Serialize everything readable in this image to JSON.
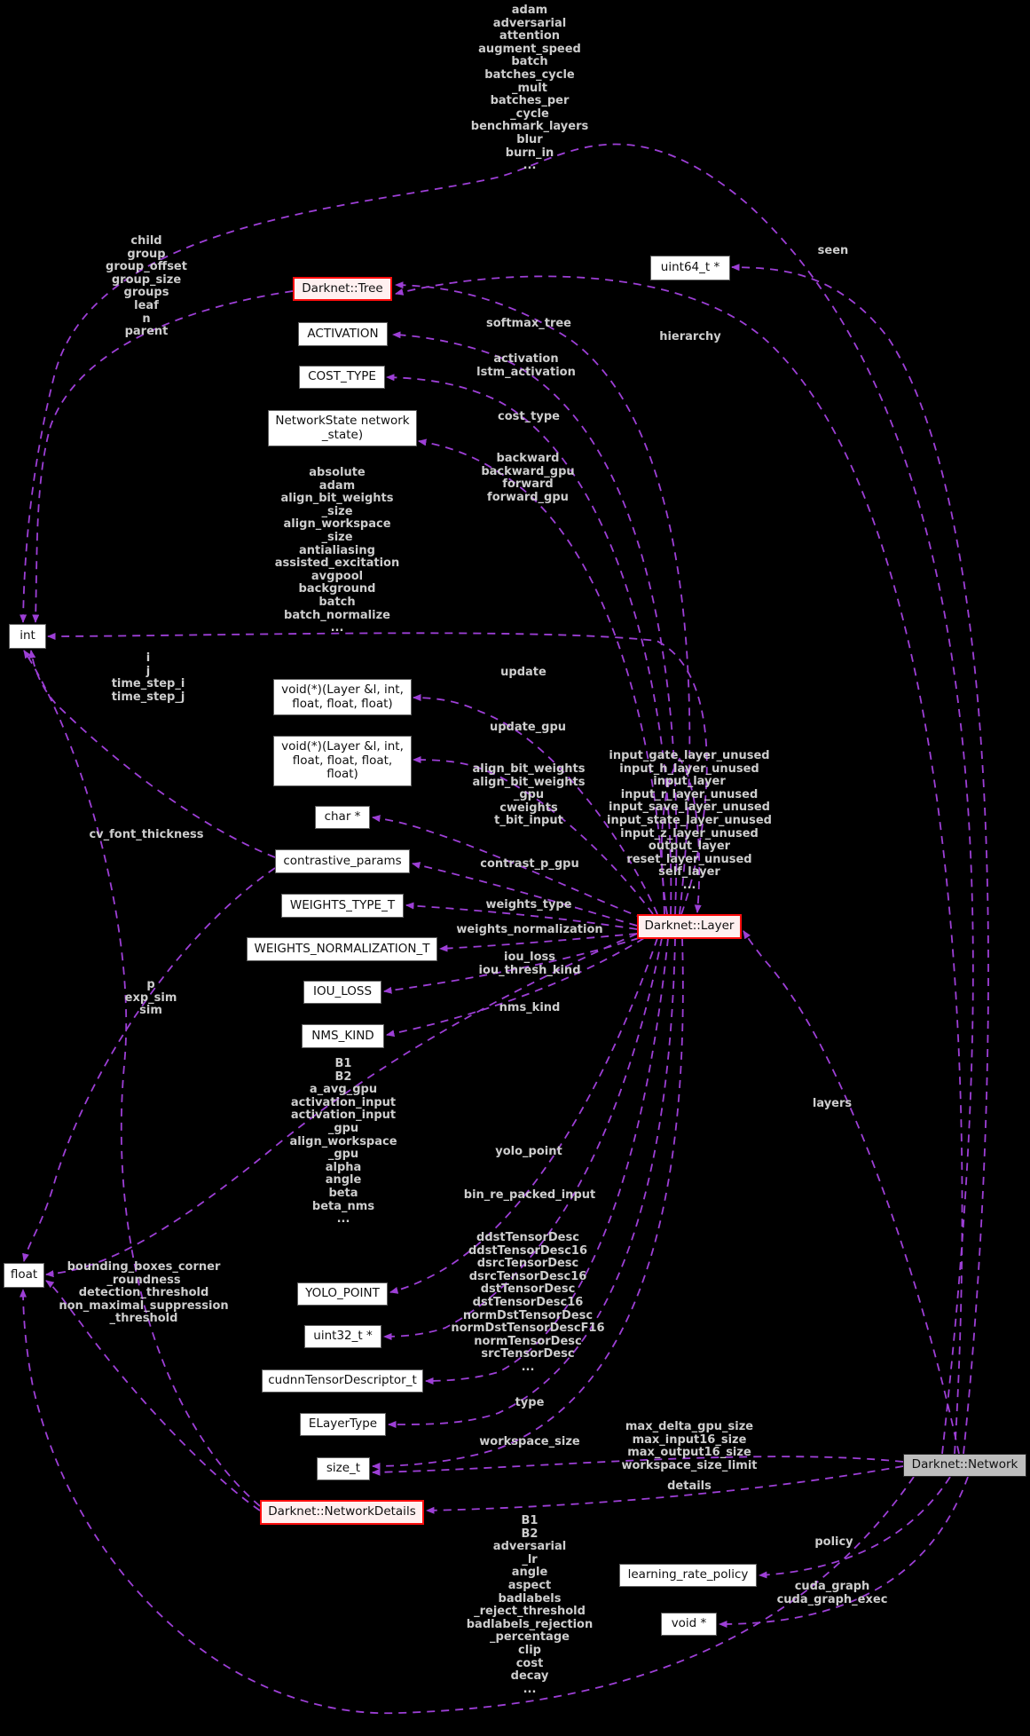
{
  "nodes": {
    "int": "int",
    "float": "float",
    "uint64_ptr": "uint64_t *",
    "tree": "Darknet::Tree",
    "activation_enum": "ACTIVATION",
    "cost_type_enum": "COST_TYPE",
    "network_state_fn": "NetworkState network\n_state)",
    "update_fn": "void(*)(Layer &l, int,\nfloat, float, float)",
    "update_gpu_fn": "void(*)(Layer &l, int,\nfloat, float, float,\nfloat)",
    "char_ptr": "char *",
    "contrastive_params": "contrastive_params",
    "weights_type_t": "WEIGHTS_TYPE_T",
    "weights_normalization_t": "WEIGHTS_NORMALIZATION_T",
    "iou_loss_enum": "IOU_LOSS",
    "nms_kind_enum": "NMS_KIND",
    "layer": "Darknet::Layer",
    "yolo_point_enum": "YOLO_POINT",
    "uint32_ptr": "uint32_t *",
    "cudnn_desc": "cudnnTensorDescriptor_t",
    "elayertype": "ELayerType",
    "size_t": "size_t",
    "network_details": "Darknet::NetworkDetails",
    "network": "Darknet::Network",
    "learning_rate_policy": "learning_rate_policy",
    "void_ptr": "void *"
  },
  "edge_labels": {
    "network_to_int": "adam\nadversarial\nattention\naugment_speed\nbatch\nbatches_cycle\n_mult\nbatches_per\n_cycle\nbenchmark_layers\nblur\nburn_in\n...",
    "seen": "seen",
    "hierarchy": "hierarchy",
    "tree_to_int": "child\ngroup\ngroup_offset\ngroup_size\ngroups\nleaf\nn\nparent",
    "softmax_tree": "softmax_tree",
    "activation": "activation\nlstm_activation",
    "cost_type": "cost_type",
    "forward_backward": "backward\nbackward_gpu\nforward\nforward_gpu",
    "layer_to_int": "absolute\nadam\nalign_bit_weights\n_size\nalign_workspace\n_size\nantialiasing\nassisted_excitation\navgpool\nbackground\nbatch\nbatch_normalize\n...",
    "cp_to_int": "i\nj\ntime_step_i\ntime_step_j",
    "update": "update",
    "update_gpu": "update_gpu",
    "char_fields": "align_bit_weights\nalign_bit_weights\n_gpu\ncweights\nt_bit_input",
    "self_loop": "input_gate_layer_unused\ninput_h_layer_unused\ninput_layer\ninput_r_layer_unused\ninput_save_layer_unused\ninput_state_layer_unused\ninput_z_layer_unused\noutput_layer\nreset_layer_unused\nself_layer\n...",
    "contrast_p_gpu": "contrast_p_gpu",
    "weights_type": "weights_type",
    "weights_normalization": "weights_normalization",
    "iou": "iou_loss\niou_thresh_kind",
    "nms_kind": "nms_kind",
    "layer_to_float": "B1\nB2\na_avg_gpu\nactivation_input\nactivation_input\n_gpu\nalign_workspace\n_gpu\nalpha\nangle\nbeta\nbeta_nms\n...",
    "cv_font_thickness": "cv_font_thickness",
    "cp_to_float": "p\nexp_sim\nsim",
    "nd_to_float": "bounding_boxes_corner\n_roundness\ndetection_threshold\nnon_maximal_suppression\n_threshold",
    "yolo_point": "yolo_point",
    "bin_re_packed_input": "bin_re_packed_input",
    "cudnn_fields": "ddstTensorDesc\nddstTensorDesc16\ndsrcTensorDesc\ndsrcTensorDesc16\ndstTensorDesc\ndstTensorDesc16\nnormDstTensorDesc\nnormDstTensorDescF16\nnormTensorDesc\nsrcTensorDesc\n...",
    "type": "type",
    "workspace_size": "workspace_size",
    "network_to_sizet": "max_delta_gpu_size\nmax_input16_size\nmax_output16_size\nworkspace_size_limit",
    "details": "details",
    "layers": "layers",
    "policy": "policy",
    "cuda_graph": "cuda_graph\ncuda_graph_exec",
    "network_to_float": "B1\nB2\nadversarial\n_lr\nangle\naspect\nbadlabels\n_reject_threshold\nbadlabels_rejection\n_percentage\nclip\ncost\ndecay\n..."
  },
  "colors": {
    "background": "#000000",
    "edge": "#9d3fd6",
    "edge_label": "#cdcdcd",
    "node_fill": "#ffffff",
    "node_border": "#5f5f5f",
    "highlight_fill": "#fff0f0",
    "highlight_border": "#fe0d0d",
    "network_fill": "#bebebe"
  }
}
